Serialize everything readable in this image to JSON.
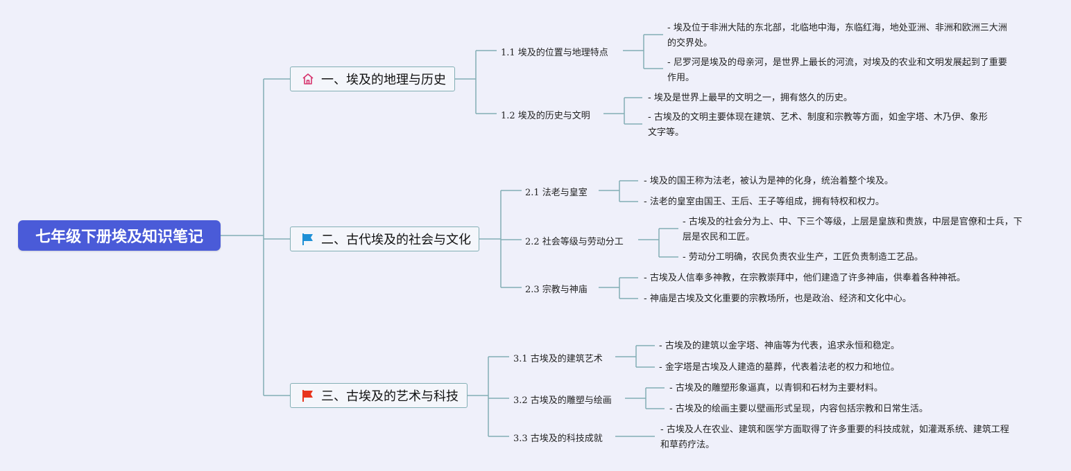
{
  "root": {
    "title": "七年级下册埃及知识笔记"
  },
  "branches": [
    {
      "title": "一、埃及的地理与历史",
      "icon": "home-icon",
      "icon_color": "#d6336c",
      "subtopics": [
        {
          "title": "1.1 埃及的位置与地理特点",
          "points": [
            "- 埃及位于非洲大陆的东北部，北临地中海，东临红海，地处亚洲、非洲和欧洲三大洲的交界处。",
            "- 尼罗河是埃及的母亲河，是世界上最长的河流，对埃及的农业和文明发展起到了重要作用。"
          ]
        },
        {
          "title": "1.2 埃及的历史与文明",
          "points": [
            "- 埃及是世界上最早的文明之一，拥有悠久的历史。",
            "- 古埃及的文明主要体现在建筑、艺术、制度和宗教等方面，如金字塔、木乃伊、象形文字等。"
          ]
        }
      ]
    },
    {
      "title": "二、古代埃及的社会与文化",
      "icon": "flag-icon",
      "icon_color": "#1e90d6",
      "subtopics": [
        {
          "title": "2.1 法老与皇室",
          "points": [
            "- 埃及的国王称为法老，被认为是神的化身，统治着整个埃及。",
            "- 法老的皇室由国王、王后、王子等组成，拥有特权和权力。"
          ]
        },
        {
          "title": "2.2 社会等级与劳动分工",
          "points": [
            "- 古埃及的社会分为上、中、下三个等级，上层是皇族和贵族，中层是官僚和士兵，下层是农民和工匠。",
            "- 劳动分工明确，农民负责农业生产，工匠负责制造工艺品。"
          ]
        },
        {
          "title": "2.3 宗教与神庙",
          "points": [
            "- 古埃及人信奉多神教，在宗教崇拜中，他们建造了许多神庙，供奉着各种神祇。",
            "- 神庙是古埃及文化重要的宗教场所，也是政治、经济和文化中心。"
          ]
        }
      ]
    },
    {
      "title": "三、古埃及的艺术与科技",
      "icon": "flag-icon",
      "icon_color": "#e8341c",
      "subtopics": [
        {
          "title": "3.1 古埃及的建筑艺术",
          "points": [
            "- 古埃及的建筑以金字塔、神庙等为代表，追求永恒和稳定。",
            "- 金字塔是古埃及人建造的墓葬，代表着法老的权力和地位。"
          ]
        },
        {
          "title": "3.2 古埃及的雕塑与绘画",
          "points": [
            " - 古埃及的雕塑形象逼真，以青铜和石材为主要材料。",
            " - 古埃及的绘画主要以壁画形式呈现，内容包括宗教和日常生活。"
          ]
        },
        {
          "title": "3.3 古埃及的科技成就",
          "points": [
            "- 古埃及人在农业、建筑和医学方面取得了许多重要的科技成就，如灌溉系统、建筑工程和草药疗法。"
          ]
        }
      ]
    }
  ],
  "colors": {
    "background": "#eff0fa",
    "root_fill": "#4a5bd8",
    "connector": "#82aeb4"
  }
}
